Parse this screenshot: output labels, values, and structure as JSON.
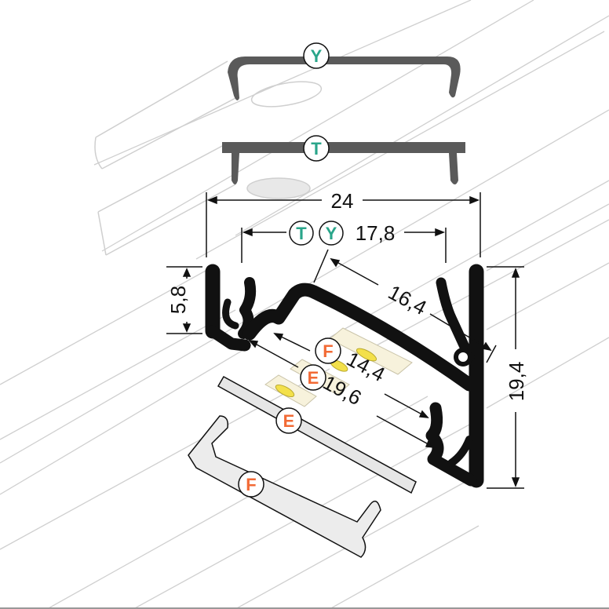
{
  "colors": {
    "profile": "#111111",
    "cover_y": "#555555",
    "cover_t": "#5a5a5a",
    "teal_label": "#2aa58a",
    "orange_label": "#f26a35",
    "led_yellow": "#f3e04a",
    "led_strip": "#f7f2dc",
    "guide_lines": "#c8c8c8"
  },
  "covers": {
    "y_label": "Y",
    "t_label": "T"
  },
  "dimensions": {
    "width_total": "24",
    "width_cover": "17,8",
    "cover_labels": [
      "T",
      "Y"
    ],
    "height_lip": "5,8",
    "height_total": "19,4",
    "diagonal_top": "16,4",
    "diagonal_mid": "14,4",
    "diagonal_low": "19,6"
  },
  "parts": {
    "f_upper": "F",
    "e_upper": "E",
    "e_lower": "E",
    "f_lower": "F"
  }
}
